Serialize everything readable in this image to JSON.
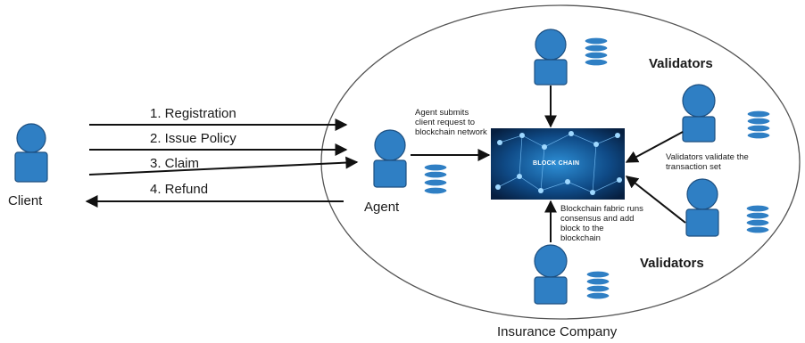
{
  "client": {
    "label": "Client"
  },
  "agent": {
    "label": "Agent",
    "note": "Agent submits client request to blockchain network"
  },
  "flows": [
    {
      "label": "1. Registration"
    },
    {
      "label": "2. Issue Policy"
    },
    {
      "label": "3. Claim"
    },
    {
      "label": "4. Refund"
    }
  ],
  "blockchain": {
    "label": "BLOCK CHAIN"
  },
  "validators_top": {
    "label": "Validators"
  },
  "validators_right": {
    "note": "Validators validate the transaction set"
  },
  "validators_bottom": {
    "label": "Validators"
  },
  "fabric": {
    "note": "Blockchain fabric runs consensus and add  block to the blockchain"
  },
  "insurance": {
    "label": "Insurance Company"
  },
  "colors": {
    "accent": "#2f7fc4",
    "arrow": "#111111",
    "ellipse": "#555555"
  }
}
